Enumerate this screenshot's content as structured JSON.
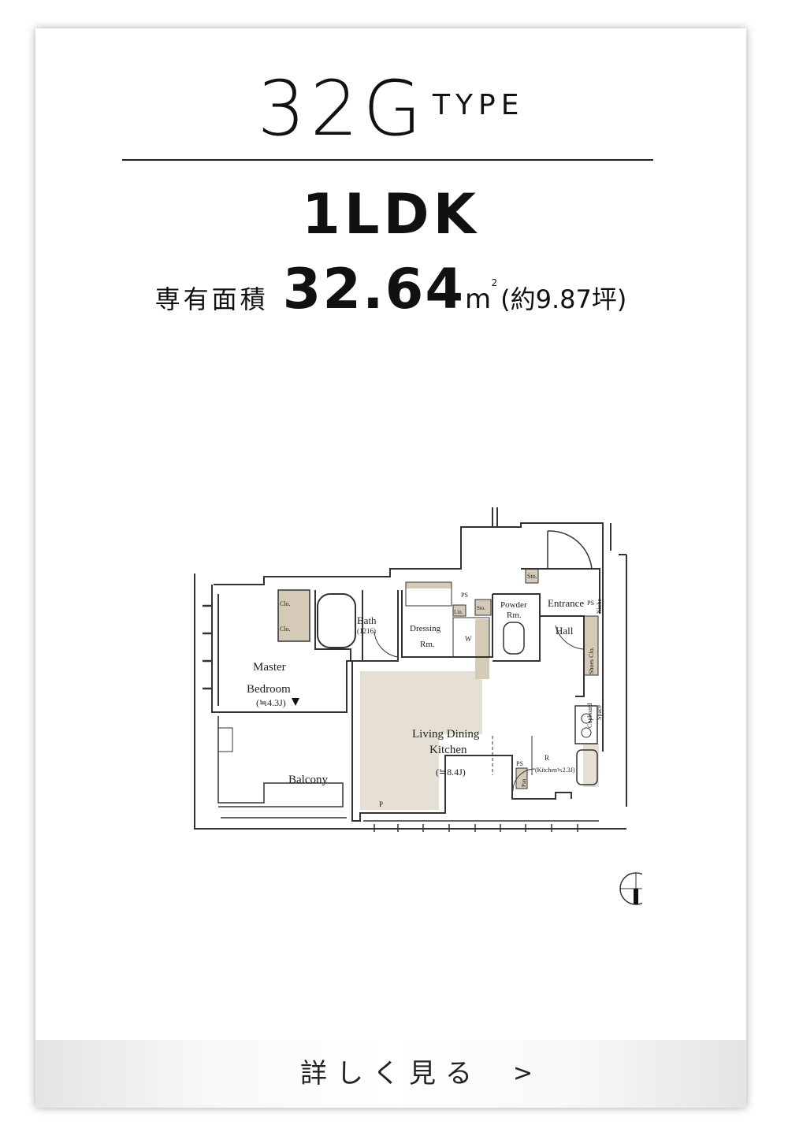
{
  "card": {
    "type_number": "32G",
    "type_word": "TYPE",
    "layout": "1LDK",
    "area_label": "専有面積",
    "area_value": "32.64",
    "area_unit": "m",
    "area_unit_sup": "2",
    "area_tsubo": "(約9.87坪)"
  },
  "floorplan": {
    "rooms": {
      "entrance": "Entrance",
      "niche": "Niche",
      "sto_entrance": "Sto.",
      "ps_top": "PS",
      "ps_hall": "PS",
      "ps_kitchen": "PS",
      "lin": "Lin.",
      "sto_powder": "Sto.",
      "powder": "Powder",
      "powder_rm": "Rm.",
      "hall": "Hall",
      "shoes_clo": "Shoes Clo.",
      "cupboard": "Cupboard",
      "cupboard_space": "Space",
      "bath": "Bath",
      "bath_size": "(1216)",
      "dressing": "Dressing",
      "dressing_rm": "Rm.",
      "w": "W",
      "clo1": "Clo.",
      "clo2": "Clo.",
      "master": "Master",
      "bedroom": "Bedroom",
      "bedroom_size": "(≒4.3J)",
      "ldk1": "Living Dining",
      "ldk2": "Kitchen",
      "ldk_size": "(≒8.4J)",
      "kitchen_size": "(Kitchen≒2.3J)",
      "r": "R",
      "p": "P",
      "pan": "Pan",
      "balcony": "Balcony"
    },
    "compass": "N"
  },
  "more": {
    "label": "詳しく見る",
    "arrow": ">"
  },
  "colors": {
    "ldk_fill": "#e6e0d4",
    "storage_fill": "#d5cab7",
    "wall": "#333333"
  }
}
